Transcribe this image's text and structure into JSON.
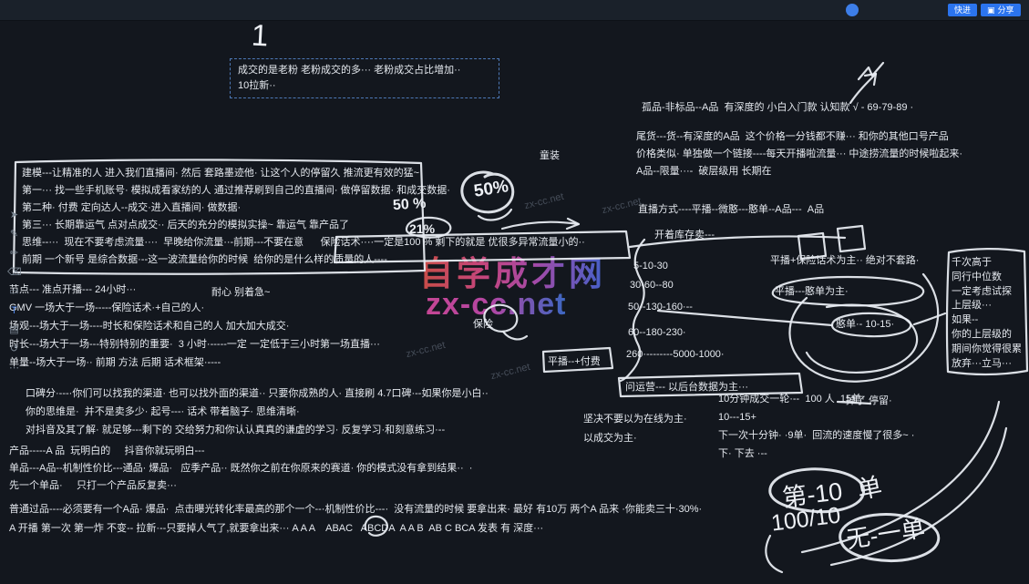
{
  "topbar": {
    "buttons": [
      {
        "label": "快进"
      },
      {
        "label": "分享",
        "icon": "▣"
      }
    ]
  },
  "toolbar": {
    "icons": [
      {
        "name": "select-icon",
        "glyph": "➤"
      },
      {
        "name": "pen-icon",
        "glyph": "✎"
      },
      {
        "name": "marker-icon",
        "glyph": "✏"
      },
      {
        "name": "eraser-icon",
        "glyph": "⌫"
      },
      {
        "name": "shape-icon",
        "glyph": "▭"
      },
      {
        "name": "text-icon",
        "glyph": "T"
      },
      {
        "name": "sticky-icon",
        "glyph": "▤"
      },
      {
        "name": "undo-icon",
        "glyph": "↺"
      },
      {
        "name": "more-icon",
        "glyph": "⋯"
      }
    ]
  },
  "watermark": {
    "brand": "自学成才网",
    "site": "zx-cc.net",
    "faint": "zx-cc.net"
  },
  "annotations": {
    "one": "1",
    "pct50_big": "50%",
    "pct50_small": "50 %",
    "pct21": "21%",
    "hw_dash10": "第-10",
    "hw_dan": "单",
    "hw_100_10": "100/10",
    "hw_wuyidan": "无-一单"
  },
  "notes": {
    "sale_old_fans": {
      "lines": [
        "成交的是老粉 老粉成交的多···  老粉成交占比增加··",
        "10拉新··"
      ]
    },
    "kids_wear": "童装",
    "niche": "孤品-非标品--A品  有深度的 小白入门款 认知款 √ - 69-79-89 ·",
    "tail_goods": {
      "lines": [
        "尾货---货--有深度的A品  这个价格一分钱都不赚··· 和你的其他口号产品",
        "价格类似· 单独做一个链接----每天开播啦流量··· 中途捞流量的时候啦起来·",
        "A品--限量···-  破层级用 长期在"
      ]
    },
    "modeling": {
      "lines": [
        "建模---让精准的人 进入我们直播间· 然后 套路墨迹他· 让这个人的停留久 推流更有效的猛~",
        "第一··· 找一些手机账号· 模拟成看家纺的人 通过推荐刷到自己的直播间· 做停留数据· 和成交数据·",
        "第二种· 付费 定向达人--成交·进入直播间· 做数据·",
        "第三··· 长期靠运气 点对点成交·· 后天的充分的模拟实操~ 靠运气 靠产品了",
        "思维--···  现在不要考虑流量····  早晚给你流量··-前期---不要在意      保险话术····一定是100 % 剩下的就是 优很多异常流量小的··",
        "前期 一个新号 是综合数据·--这一波流量给你的时候  给你的是什么样的质量的人----"
      ]
    },
    "live_mode": "直播方式----平播--微憨---憨单--A品---  A品",
    "inventory": "开着库存卖---",
    "schedule": {
      "lines": [
        "节点--- 准点开播--- 24小时···",
        "GMV 一场大于一场-----保险话术·+自己的人·",
        "场观---场大于一场----时长和保险话术和自己的人 加大加大成交·",
        "时长---场大于一场---特别特别的重要·  3 小时·-----一定 一定低于三小时第一场直播···",
        "单量--场大于一场·· 前期 方法 后期 话术框架·----"
      ]
    },
    "patience": "耐心 别着急~",
    "insurance": "保险",
    "metrics": {
      "lines": [
        "5-10-30",
        "30-60--80",
        "50--130-160·--",
        "60--180-230·",
        "260·--------5000-1000·"
      ]
    },
    "flat_paid": "平播--+付费",
    "ask_ops": "问运营--- 以后台数据为主···",
    "online": {
      "lines": [
        "坚决不要以为在线为主·",
        "以成交为主·"
      ]
    },
    "flat_insurance": "平播+保险话术为主·· 绝对不套路·",
    "flat_handan": "平播---憨单为主·",
    "handan_1015": "憨单·- 10-15·",
    "rank_box": {
      "lines": [
        "千次高于",
        "同行中位数",
        "一定考虑试探",
        "上层级···",
        "如果--",
        "你的上层级的",
        "期间你觉得很累",
        "放弃···立马···"
      ]
    },
    "drop_stay": "掉了 停留·",
    "ten_minutes": {
      "lines": [
        "10分钟成交一轮·--  100 人  15单·",
        "10---15+",
        "下一次十分钟· ·9单·  回流的速度慢了很多~ ·",
        "下· 下去 ·--"
      ]
    },
    "reputation": {
      "lines": [
        "口碑分·---·你们可以找我的渠道· 也可以找外面的渠道·· 只要你成熟的人· 直接刷 4.7口碑·--如果你是小白··",
        "你的思维是·  并不是卖多少· 起号---· 话术 带着脑子· 思维清晰·",
        "对抖音及其了解· 就足够---剩下的 交给努力和你认认真真的谦虚的学习· 反复学习·和刻意练习·--"
      ]
    },
    "product": {
      "lines": [
        "产品-----A 品  玩明白的     抖音你就玩明白---",
        "单品---A品--机制性价比---通品· 爆品·   应季产品·· 既然你之前在你原来的赛道· 你的模式没有拿到结果··  ·",
        "先一个单品·     只打一个产品反复卖···"
      ]
    },
    "bottom": {
      "lines": [
        "普通过品----必须要有一个A品· 爆品·  点击曝光转化率最高的那个一个--·机制性价比---·  没有流量的时候 要拿出来· 最好 有10万 两个A 品来 ·你能卖三十·30%·",
        "A 开播 第一次 第一炸 不变-- 拉新·--只要掉人气了,就要拿出来··· A A A    ABAC   ABCDA  A A B  AB C BCA 发表 有 深度···"
      ]
    }
  }
}
